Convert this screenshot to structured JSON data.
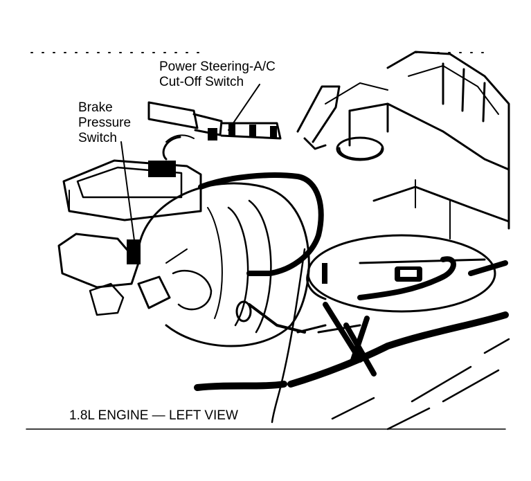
{
  "labels": {
    "power_steering_line1": "Power Steering-A/C",
    "power_steering_line2": "Cut-Off Switch",
    "brake_line1": "Brake",
    "brake_line2": "Pressure",
    "brake_line3": "Switch"
  },
  "caption": "1.8L ENGINE — LEFT VIEW",
  "colors": {
    "ink": "#000000",
    "paper": "#ffffff"
  }
}
